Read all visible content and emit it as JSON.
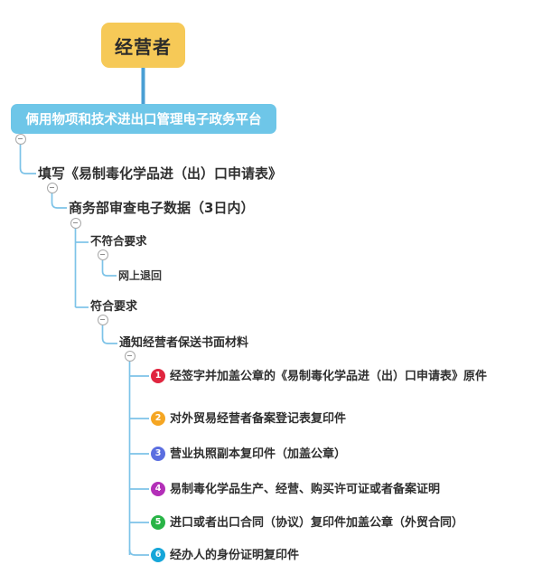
{
  "diagram": {
    "title_root": "经营者",
    "platform_bar": "俩用物项和技术进出口管理电子政务平台",
    "nodes": {
      "fill_form": "填写《易制毒化学品进（出）口申请表》",
      "review": "商务部审查电子数据（3日内）",
      "not_qualified": "不符合要求",
      "online_return": "网上退回",
      "qualified": "符合要求",
      "notify": "通知经营者保送书面材料"
    },
    "materials": [
      {
        "num": "1",
        "color": "#e0253f",
        "text": "经签字并加盖公章的《易制毒化学品进（出）口申请表》原件"
      },
      {
        "num": "2",
        "color": "#f5a623",
        "text": "对外贸易经营者备案登记表复印件"
      },
      {
        "num": "3",
        "color": "#5b6ee0",
        "text": "营业执照副本复印件（加盖公章）"
      },
      {
        "num": "4",
        "color": "#b32fb8",
        "text": "易制毒化学品生产、经营、购买许可证或者备案证明"
      },
      {
        "num": "5",
        "color": "#28b446",
        "text": "进口或者出口合同（协议）复印件加盖公章（外贸合同）"
      },
      {
        "num": "6",
        "color": "#16a6d9",
        "text": "经办人的身份证明复印件"
      }
    ],
    "colors": {
      "root_fill": "#f6c957",
      "bar_fill": "#6ec6e8",
      "link_line": "#7dc3e8",
      "root_link": "#4a9fd4",
      "toggle_stroke": "#a8a8a8",
      "text": "#2f2f2f"
    },
    "toggle_icon": "collapse-minus-icon"
  }
}
